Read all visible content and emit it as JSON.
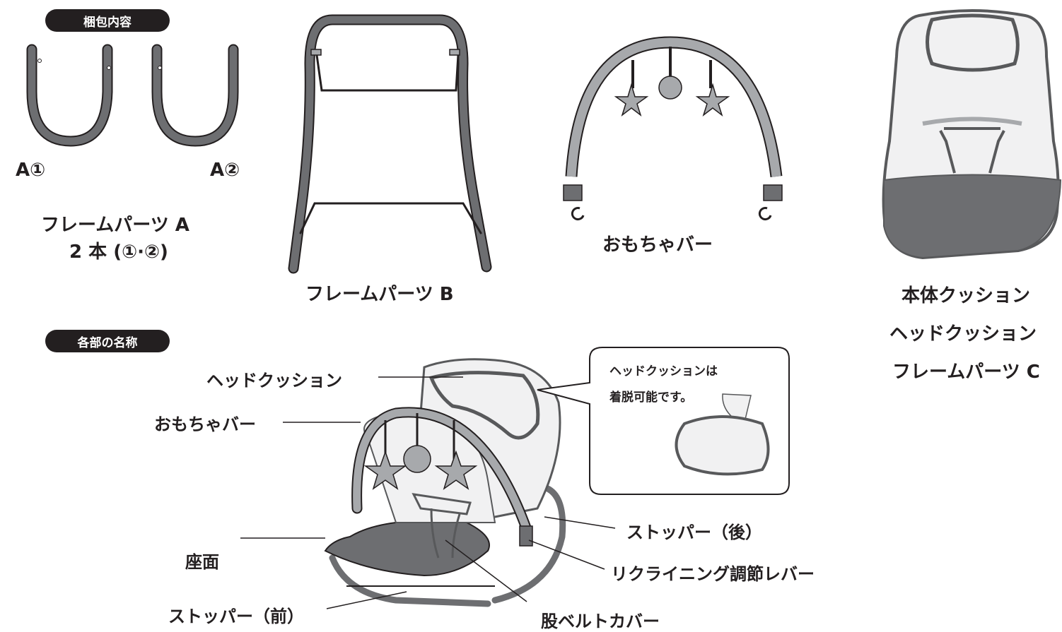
{
  "sections": {
    "contents_label": "梱包内容",
    "parts_label": "各部の名称"
  },
  "contents": {
    "part_a1": "A①",
    "part_a2": "A②",
    "frame_a_line1": "フレームパーツ A",
    "frame_a_line2": "2 本 (①·②)",
    "frame_b": "フレームパーツ B",
    "toy_bar": "おもちゃバー",
    "cushion_line1": "本体クッション",
    "cushion_line2": "ヘッドクッション",
    "cushion_line3": "フレームパーツ C"
  },
  "parts": {
    "head_cushion": "ヘッドクッション",
    "toy_bar": "おもちゃバー",
    "seat": "座面",
    "stopper_front": "ストッパー（前）",
    "stopper_rear": "ストッパー（後）",
    "recline_lever": "リクライニング調節レバー",
    "crotch_belt_cover": "股ベルトカバー"
  },
  "callout": {
    "line1": "ヘッドクッションは",
    "line2": "着脱可能です。"
  },
  "colors": {
    "frame": "#58595b",
    "gray_fill": "#a7a9ac",
    "dark_fill": "#6d6e71",
    "light_fill": "#f1f1f2",
    "badge": "#231f20"
  }
}
